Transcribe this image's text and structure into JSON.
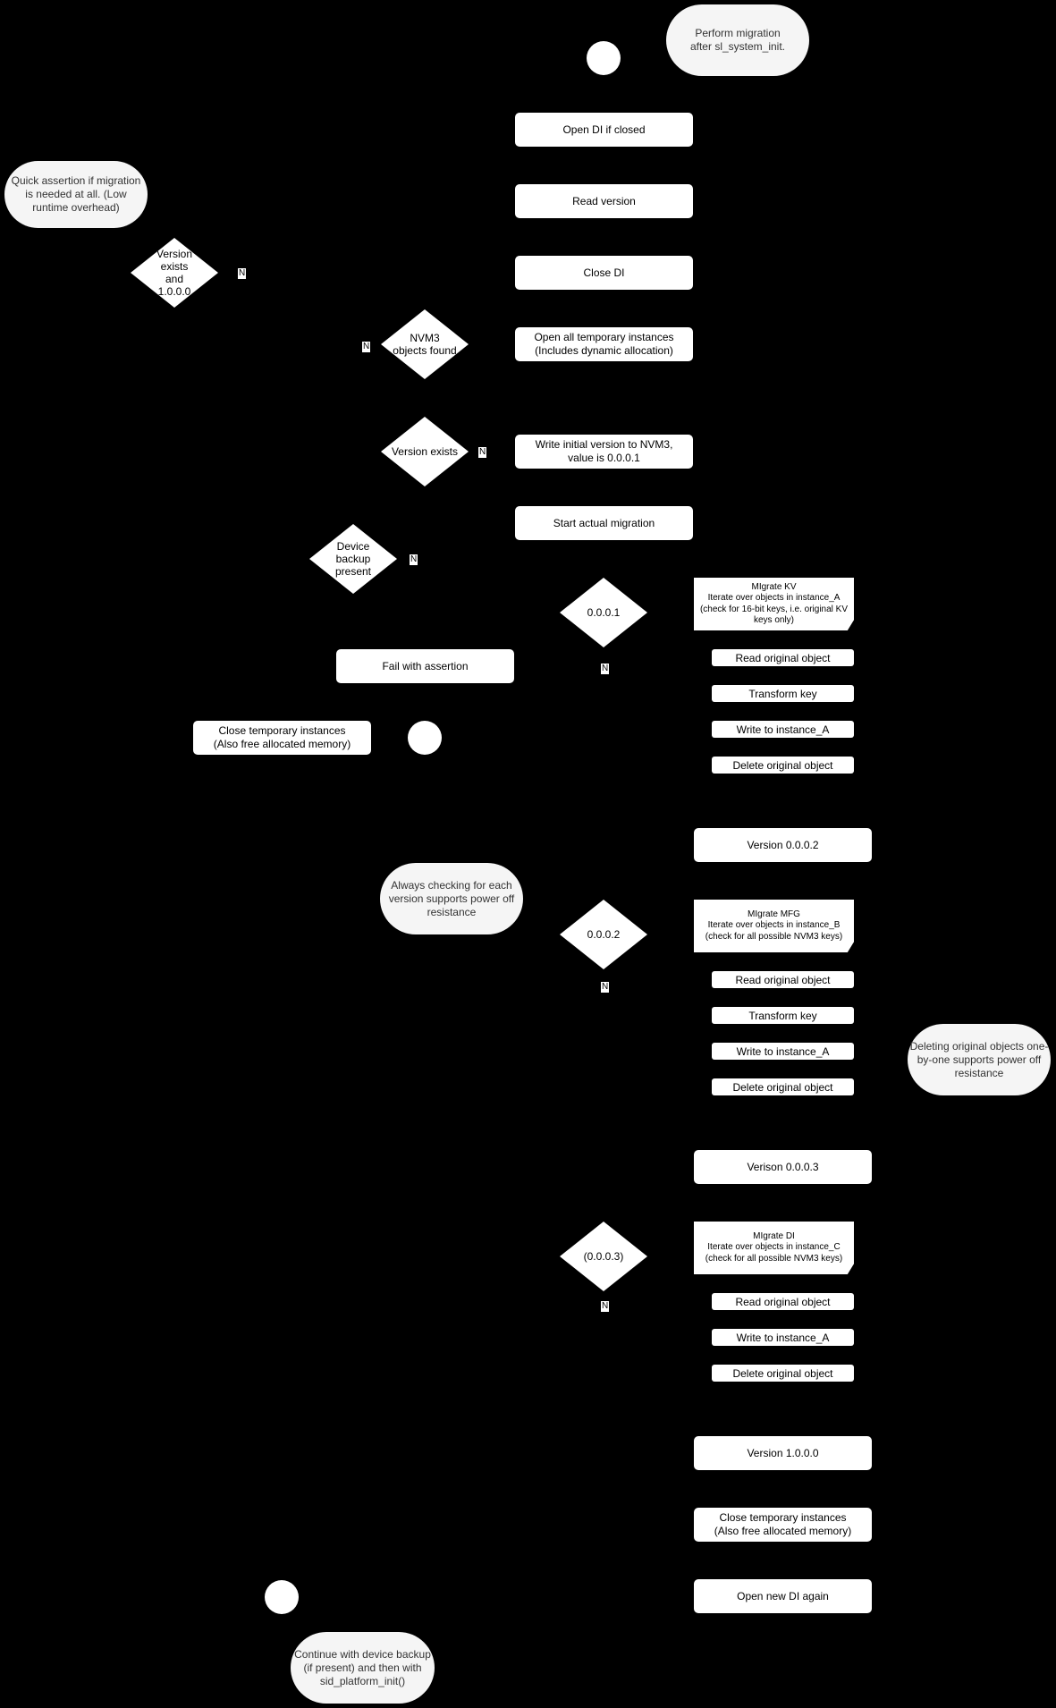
{
  "colors": {
    "background": "#000000",
    "node_fill": "#ffffff",
    "note_fill": "#f5f5f5",
    "note_text": "#333333"
  },
  "notes": {
    "perform_migration": "Perform migration after sl_system_init.",
    "quick_assertion": "Quick assertion if migration is needed at all. (Low runtime overhead)",
    "always_checking": "Always checking for each version supports power off resistance",
    "deleting_one_by_one": "Deleting original objects one-by-one supports power off resistance",
    "continue_with_backup": "Continue with device backup (if present) and then with sid_platform_init()"
  },
  "main_flow": {
    "open_di": "Open DI if closed",
    "read_version": "Read version",
    "close_di": "Close DI",
    "open_temp": "Open all temporary instances (Includes dynamic allocation)",
    "write_initial": "Write initial version to NVM3, value is 0.0.0.1",
    "start_migration": "Start actual migration"
  },
  "decisions": {
    "version_exists_1000": "Version exists and 1.0.0.0",
    "nvm3_found": "NVM3 objects found",
    "version_exists": "Version exists",
    "device_backup": "Device backup present",
    "v0001": "0.0.0.1",
    "v0002": "0.0.0.2",
    "v0003": "(0.0.0.3)"
  },
  "edge_label_no": "N",
  "failure": {
    "fail_assertion": "Fail with assertion",
    "close_temp_left": "Close temporary instances (Also free allocated memory)"
  },
  "migrate_kv": {
    "title": "MIgrate KV",
    "line1": "Iterate over objects in instance_A",
    "line2": "(check for 16-bit keys, i.e. original KV keys only)",
    "steps": [
      "Read original object",
      "Transform key",
      "Write to instance_A",
      "Delete original object"
    ],
    "version_box": "Version 0.0.0.2"
  },
  "migrate_mfg": {
    "title": "MIgrate MFG",
    "line1": "Iterate over objects in instance_B",
    "line2": "(check for all possible NVM3 keys)",
    "steps": [
      "Read original object",
      "Transform key",
      "Write to instance_A",
      "Delete original object"
    ],
    "version_box": "Verison 0.0.0.3"
  },
  "migrate_di": {
    "title": "MIgrate DI",
    "line1": "Iterate over objects in instance_C",
    "line2": "(check for all possible NVM3 keys)",
    "steps": [
      "Read original object",
      "Write to instance_A",
      "Delete original object"
    ],
    "version_box": "Version 1.0.0.0"
  },
  "final_flow": {
    "close_temp": "Close temporary instances (Also free allocated memory)",
    "open_new_di": "Open new DI again"
  }
}
